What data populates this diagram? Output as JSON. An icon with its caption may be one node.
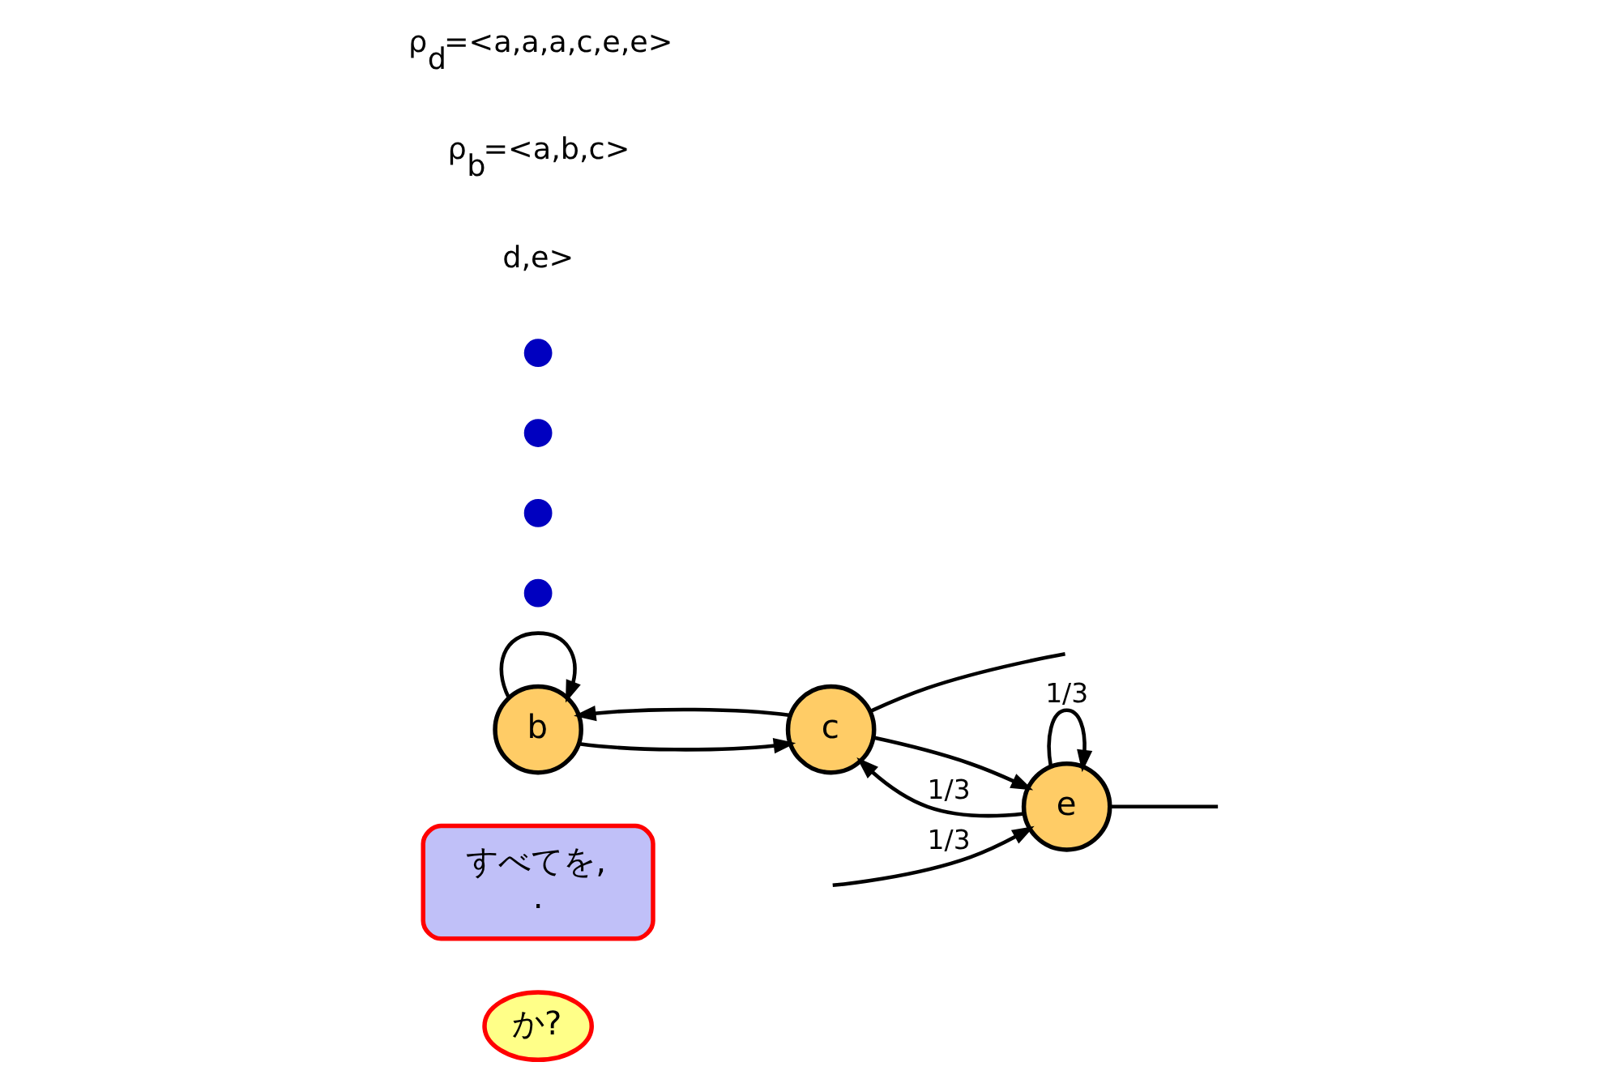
{
  "diagram": {
    "nodes": [
      {
        "text": [
          "か?"
        ]
      },
      {
        "text": [
          "すべてを,",
          "."
        ]
      },
      {
        "text": [
          "b"
        ]
      },
      {
        "text": [
          "c"
        ]
      },
      {
        "text": [
          "e"
        ]
      },
      {
        "text": [],
        "shape": "circle"
      },
      {
        "text": [],
        "shape": "circle"
      },
      {
        "text": [],
        "shape": "circle"
      },
      {
        "text": [],
        "shape": "circle"
      }
    ],
    "edges": [
      {
        "from": 2,
        "to": 2,
        "arrow": "to"
      },
      {
        "from": 2,
        "to": 3,
        "arrow": "to"
      },
      {
        "from": 3,
        "to": 2,
        "arrow": "to"
      },
      {
        "from": 3,
        "to": 4,
        "arrow": "to"
      },
      {
        "from": 4,
        "to": 3,
        "arrow": "to",
        "label": "1/3"
      },
      {
        "from": 4,
        "to": 4,
        "arrow": "to",
        "label": "1/3"
      },
      {
        "from": null,
        "to": 4,
        "arrow": "to",
        "label": "1/3"
      },
      {
        "from": 4,
        "to": null,
        "arrow": "none"
      },
      {
        "from": 3,
        "to": null,
        "arrow": "none"
      }
    ],
    "labels": [
      "d,e>",
      "ρ$_{b}$=<a,b,c>",
      "ρ$_{d}$=<a,a,a,c,e,e>"
    ]
  }
}
